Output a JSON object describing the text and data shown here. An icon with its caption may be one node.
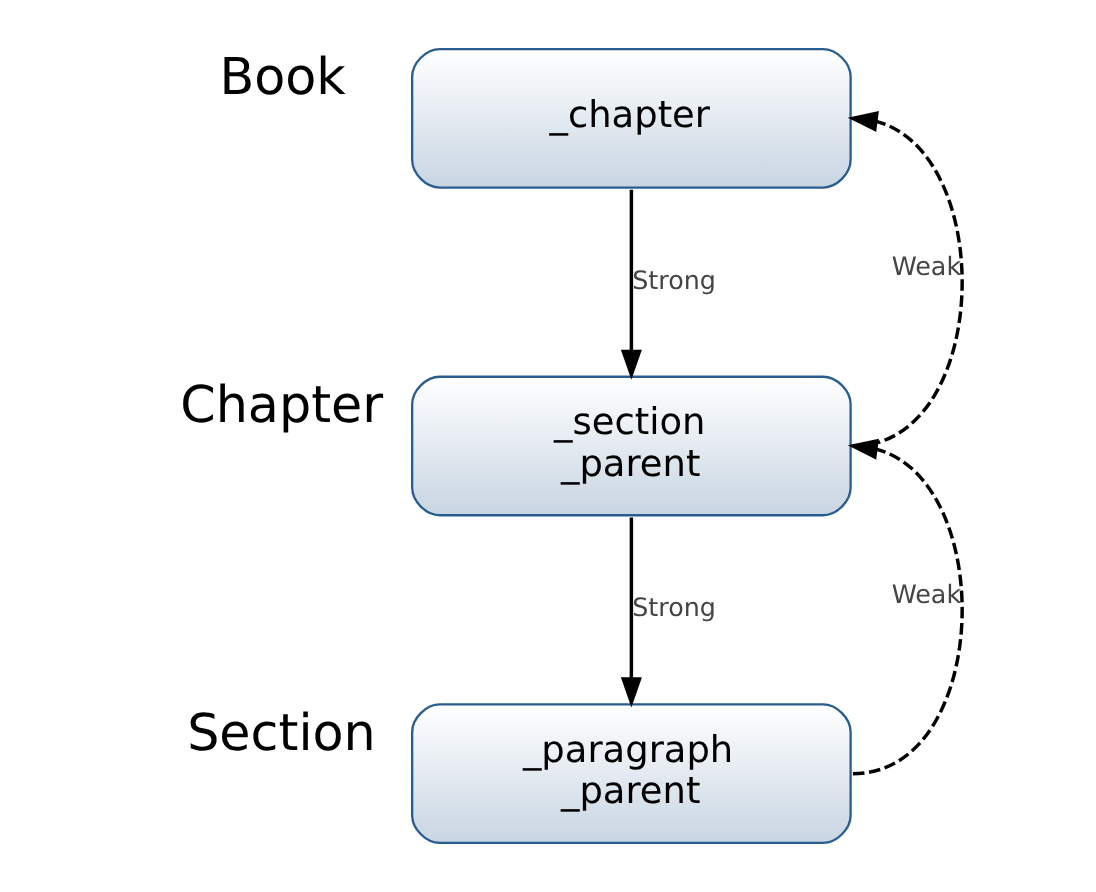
{
  "diagram": {
    "nodes": [
      {
        "text": [
          "Book",
          "_chapter"
        ]
      },
      {
        "text": [
          "Chapter",
          "_section",
          "_parent"
        ]
      },
      {
        "text": [
          "Section",
          "_paragraph",
          "_parent"
        ]
      }
    ],
    "edges": [
      {
        "from": 0,
        "to": 1,
        "arrow": "to",
        "label": "Strong"
      },
      {
        "from": 1,
        "to": 2,
        "arrow": "to",
        "label": "Strong"
      },
      {
        "from": 1,
        "to": 0,
        "arrow": "to",
        "label": "Weak",
        "style": "dashed"
      },
      {
        "from": 2,
        "to": 1,
        "arrow": "to",
        "label": "Weak",
        "style": "dashed"
      }
    ]
  }
}
